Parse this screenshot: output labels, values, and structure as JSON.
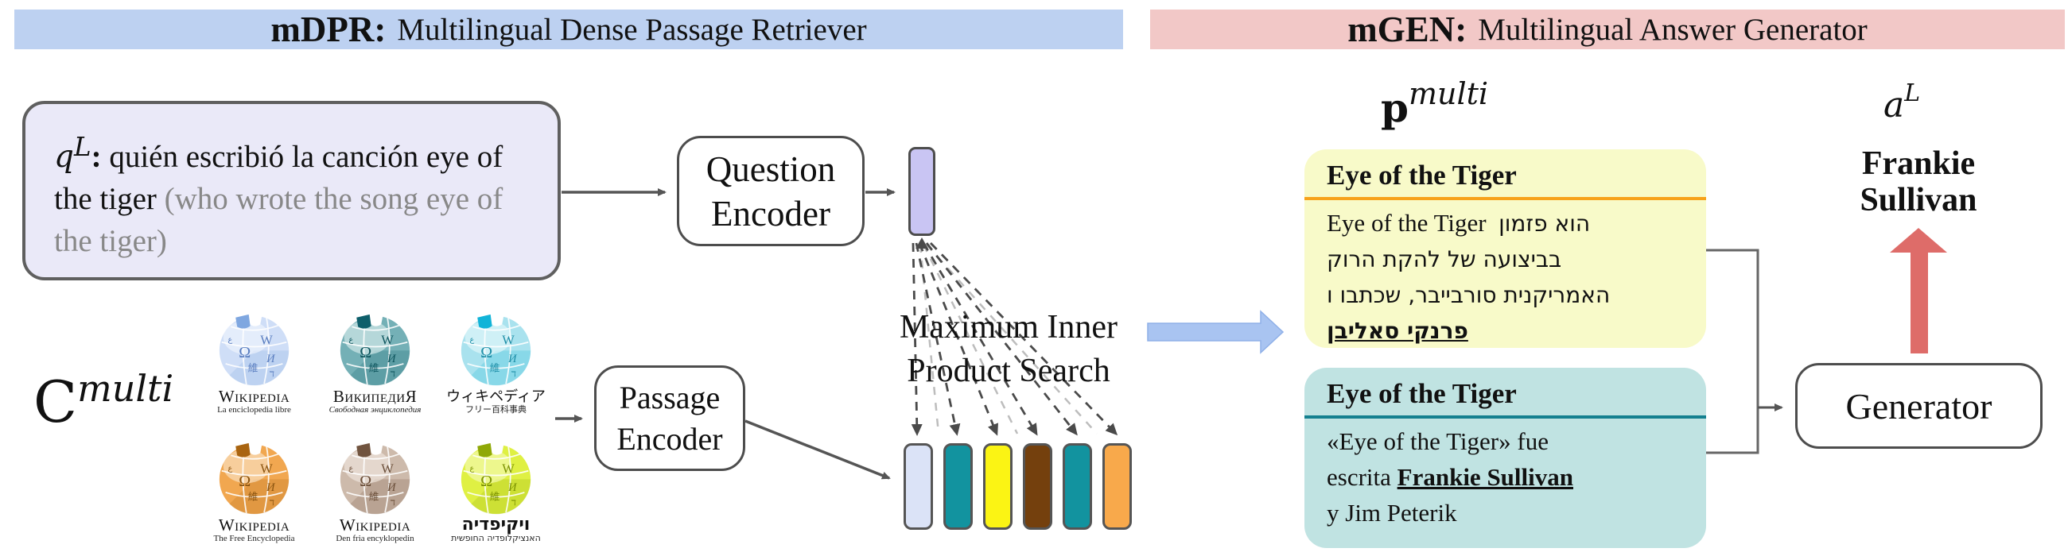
{
  "banners": {
    "mdpr_abbr": "mDPR:",
    "mdpr_title": "Multilingual Dense Passage Retriever",
    "mdpr_bg": "#bdd1f1",
    "mgen_abbr": "mGEN:",
    "mgen_title": "Multilingual Answer Generator",
    "mgen_bg": "#f2c8c7"
  },
  "question": {
    "var_base": "q",
    "var_sup": "L",
    "colon": ":",
    "text_main": "quién escribió la canción eye of the tiger",
    "text_translation": "(who wrote the song eye of the tiger)"
  },
  "corpus": {
    "label_base": "C",
    "label_sup": "multi",
    "wikipedias": [
      {
        "title": "Wikipedia",
        "subtitle": "La enciclopedia libre",
        "style": "latin",
        "colors": {
          "base": "#cfdef7",
          "light": "#eff5fe",
          "dark": "#7fa7e0",
          "glyph": "#5a7ec0"
        }
      },
      {
        "title": "ВикипедиЯ",
        "subtitle": "Свободная энциклопедия",
        "style": "cyrillic",
        "colors": {
          "base": "#74b0b6",
          "light": "#d9eded",
          "dark": "#0e5f6b",
          "glyph": "#0f565e"
        }
      },
      {
        "title": "ウィキペディア",
        "subtitle": "フリー百科事典",
        "style": "cjk",
        "colors": {
          "base": "#a9e2ee",
          "light": "#e3f8fa",
          "dark": "#12b4d8",
          "glyph": "#1f8fa8"
        }
      },
      {
        "title": "Wikipedia",
        "subtitle": "The Free Encyclopedia",
        "style": "latin",
        "colors": {
          "base": "#f1a750",
          "light": "#fbe3c4",
          "dark": "#a96410",
          "glyph": "#8a5410"
        }
      },
      {
        "title": "Wikipedia",
        "subtitle": "Den fria encyklopedin",
        "style": "latin",
        "colors": {
          "base": "#cdbaab",
          "light": "#efe6de",
          "dark": "#71543f",
          "glyph": "#6b4f3a"
        }
      },
      {
        "title": "ויקיפדיה",
        "subtitle": "האנציקלופדיה החופשית",
        "style": "hebrew",
        "colors": {
          "base": "#dff043",
          "light": "#f4fab6",
          "dark": "#8fa806",
          "glyph": "#7c9202"
        }
      }
    ]
  },
  "encoders": {
    "question_line1": "Question",
    "question_line2": "Encoder",
    "passage_line1": "Passage",
    "passage_line2": "Encoder"
  },
  "mips": {
    "line1": "Maximum Inner",
    "line2": "Product Search",
    "arrow_color": "#a9c4f1",
    "arrow_edge": "#8fb0e8"
  },
  "vectors": {
    "query_color": "#c9c5f3",
    "index_colors": [
      "#dbe3f7",
      "#12939f",
      "#fbf414",
      "#74400d",
      "#12939f",
      "#f8a94b"
    ]
  },
  "passages": {
    "label_base": "p",
    "label_sup": "multi",
    "hebrew": {
      "bg": "#f8fac9",
      "divider": "#f7a21b",
      "title": "Eye of the Tiger",
      "line1_latin": "Eye of the Tiger",
      "line1_rtl": "הוא פזמון",
      "line2": "בביצועה של להקת הרוק",
      "line3": "האמריקנית סורבייבר, שכתבו ו",
      "line4_bold": "פרנקי סאליבן"
    },
    "spanish": {
      "bg": "#c0e3e2",
      "divider": "#14808f",
      "title": "Eye of the Tiger",
      "line1": "«Eye of the Tiger» fue",
      "line2_pre": "escrita ",
      "line2_bold": "Frankie Sullivan",
      "line3": "y Jim Peterik"
    }
  },
  "generator": {
    "label": "Generator"
  },
  "answer": {
    "label_base": "a",
    "label_sup": "L",
    "line1": "Frankie",
    "line2": "Sullivan",
    "arrow_color": "#de6c69"
  },
  "connectors": {
    "line_color": "#666666",
    "dash_dark": "#4a4a4a",
    "dash_light": "#bdbdbd"
  }
}
